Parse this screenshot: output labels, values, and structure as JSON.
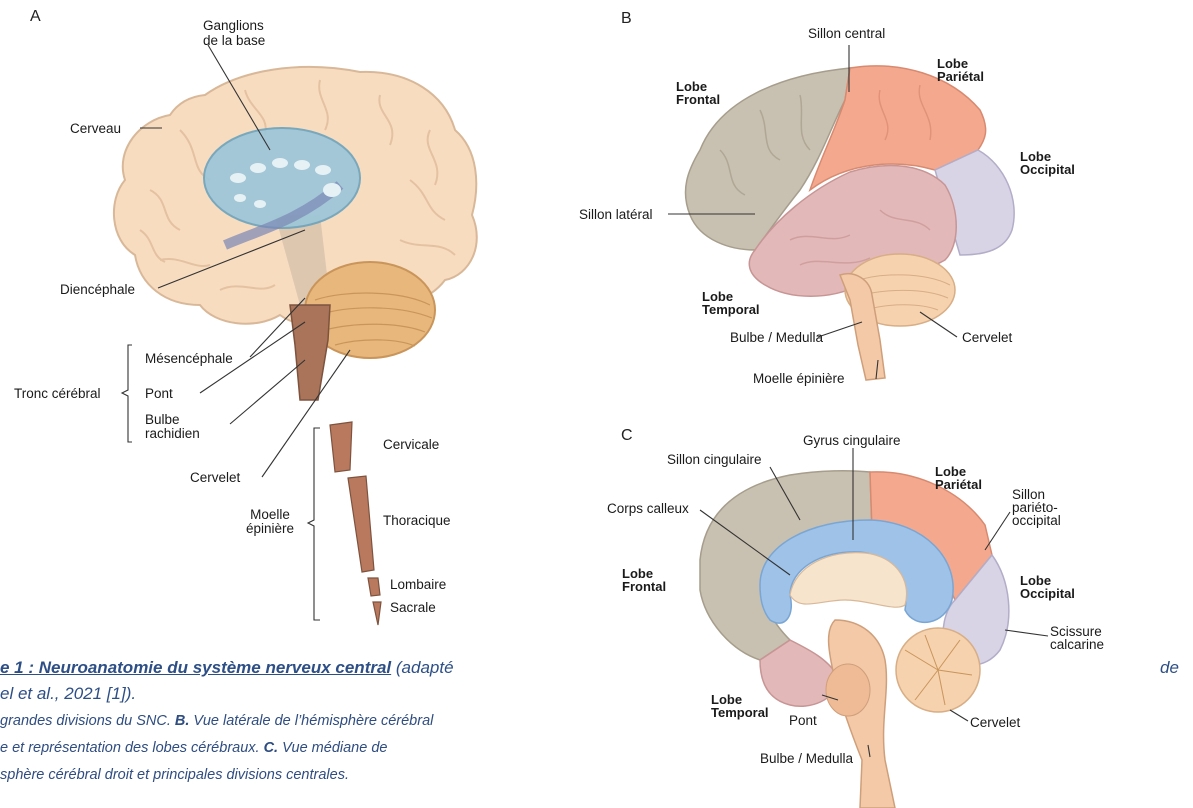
{
  "panels": {
    "a": "A",
    "b": "B",
    "c": "C"
  },
  "panel_a": {
    "ganglions": "Ganglions\nde la base",
    "cerveau": "Cerveau",
    "diencephale": "Diencéphale",
    "mesencephale": "Mésencéphale",
    "tronc": "Tronc cérébral",
    "pont": "Pont",
    "bulbe": "Bulbe\nrachidien",
    "cervelet": "Cervelet",
    "moelle": "Moelle\népinière",
    "cervicale": "Cervicale",
    "thoracique": "Thoracique",
    "lombaire": "Lombaire",
    "sacrale": "Sacrale"
  },
  "panel_b": {
    "sillon_central": "Sillon central",
    "lobe_frontal": "Lobe\nFrontal",
    "lobe_parietal": "Lobe\nPariétal",
    "lobe_occipital": "Lobe\nOccipital",
    "sillon_lateral": "Sillon latéral",
    "lobe_temporal": "Lobe\nTemporal",
    "bulbe": "Bulbe / Medulla",
    "cervelet": "Cervelet",
    "moelle": "Moelle épinière"
  },
  "panel_c": {
    "gyrus": "Gyrus cingulaire",
    "sillon_cingulaire": "Sillon cingulaire",
    "lobe_parietal": "Lobe\nPariétal",
    "sillon_po": "Sillon\npariéto-\noccipital",
    "corps_calleux": "Corps calleux",
    "lobe_frontal": "Lobe\nFrontal",
    "lobe_occipital": "Lobe\nOccipital",
    "scissure": "Scissure\ncalcarine",
    "lobe_temporal": "Lobe\nTemporal",
    "pont": "Pont",
    "cervelet": "Cervelet",
    "bulbe": "Bulbe / Medulla"
  },
  "caption": {
    "line1": "e 1 : Neuroanatomie du système nerveux central",
    "line1_rest": " (adapté",
    "line1_de": "de",
    "line2": "el et al., 2021 [1]).",
    "line3_a": "grandes divisions du SNC. ",
    "line3_b": "B.",
    "line3_c": " Vue latérale de l’hémisphère cérébral",
    "line4_a": "e et représentation des lobes cérébraux. ",
    "line4_b": "C.",
    "line4_c": " Vue médiane de",
    "line5": "sphère cérébral droit et principales divisions centrales."
  },
  "colors": {
    "brain": "#f7dcc0",
    "cerebellum": "#e8b77c",
    "stem": "#a9745a",
    "frontal": "#c8c0b0",
    "parietal": "#f4a98f",
    "occipital": "#d8d4e6",
    "temporal": "#e3b8b8",
    "ganglia": "#9cc6d8",
    "callosum": "#9ec2e8",
    "caption": "#2d4f86"
  }
}
